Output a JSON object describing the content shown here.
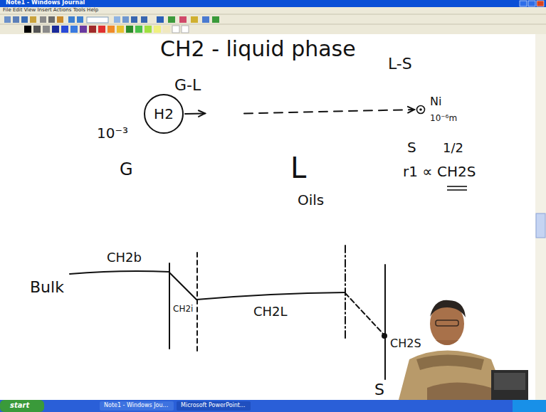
{
  "diagram": {
    "nodes": [
      {
        "text": [
          "H2"
        ]
      },
      {
        "text": [
          "Ni",
          "10⁻⁶m"
        ]
      }
    ],
    "edges": [
      {
        "from": 0,
        "to": 1,
        "arrow": "to"
      }
    ],
    "labels": [
      "Note1 - Windows Journal",
      "File Edit View Insert Actions Tools Help",
      "CH2 - liquid phase",
      "G-L",
      "L-S",
      "10⁻³",
      "G",
      "L",
      "Oils",
      "S",
      "1/2",
      "r1 ∝ CH2S",
      "Bulk",
      "CH2b",
      "CH2i",
      "CH2L",
      "CH2S",
      "S",
      "start",
      "Note1 - Windows Jou...",
      "Microsoft PowerPoint..."
    ]
  }
}
